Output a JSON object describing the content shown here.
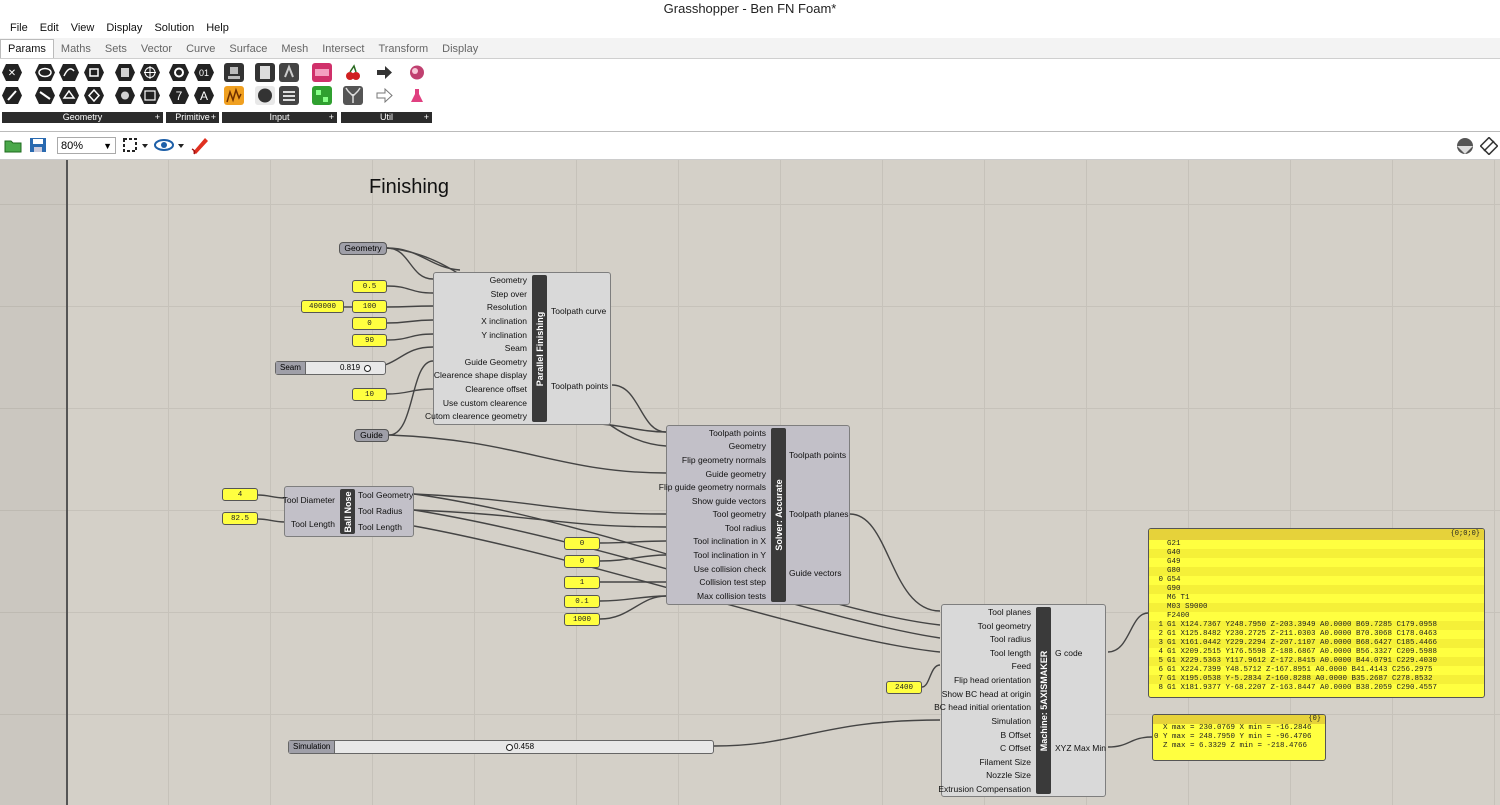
{
  "window": {
    "title": "Grasshopper - Ben FN Foam*"
  },
  "menu": [
    "File",
    "Edit",
    "View",
    "Display",
    "Solution",
    "Help"
  ],
  "tabs": [
    {
      "label": "Params",
      "active": true
    },
    {
      "label": "Maths"
    },
    {
      "label": "Sets"
    },
    {
      "label": "Vector"
    },
    {
      "label": "Curve"
    },
    {
      "label": "Surface"
    },
    {
      "label": "Mesh"
    },
    {
      "label": "Intersect"
    },
    {
      "label": "Transform"
    },
    {
      "label": "Display"
    }
  ],
  "ribbon_groups": [
    {
      "label": "Geometry"
    },
    {
      "label": "Primitive"
    },
    {
      "label": "Input"
    },
    {
      "label": "Util"
    }
  ],
  "toolbar": {
    "zoom": "80%"
  },
  "canvas": {
    "group_title": "Finishing"
  },
  "params": {
    "geometry": "Geometry",
    "guide": "Guide"
  },
  "panels": {
    "step_over": "0.5",
    "res_a": "400000",
    "resolution": "100",
    "x_incl": "0",
    "y_incl": "90",
    "clearence": "10",
    "tool_diameter": "4",
    "tool_length": "82.5",
    "incl_x": "0",
    "incl_y": "0",
    "collision_step": "1",
    "collision_max": "0.1",
    "max_tests": "1000",
    "feed": "2400"
  },
  "sliders": {
    "seam": {
      "label": "Seam",
      "value": "0.819"
    },
    "simulation": {
      "label": "Simulation",
      "value": "0.458"
    }
  },
  "components": {
    "parallel": {
      "title": "Parallel Finishing",
      "inputs": [
        "Geometry",
        "Step over",
        "Resolution",
        "X inclination",
        "Y inclination",
        "Seam",
        "Guide Geometry",
        "Clearence shape display",
        "Clearence offset",
        "Use custom clearence",
        "Cutom clearence geometry"
      ],
      "outputs": [
        "Toolpath curve",
        "Toolpath points"
      ]
    },
    "solver": {
      "title": "Solver: Accurate",
      "inputs": [
        "Toolpath points",
        "Geometry",
        "Flip geometry normals",
        "Guide geometry",
        "Flip guide geometry normals",
        "Show guide vectors",
        "Tool geometry",
        "Tool radius",
        "Tool inclination in X",
        "Tool inclination in Y",
        "Use collision check",
        "Collision test step",
        "Max collision tests"
      ],
      "outputs": [
        "Toolpath points",
        "Toolpath planes",
        "Guide vectors"
      ]
    },
    "ballnose": {
      "title": "Ball Nose",
      "inputs": [
        "Tool Diameter",
        "Tool Length"
      ],
      "outputs": [
        "Tool Geometry",
        "Tool Radius",
        "Tool Length"
      ]
    },
    "machine": {
      "title": "Machine: 5AXISMAKER",
      "inputs": [
        "Tool planes",
        "Tool geometry",
        "Tool radius",
        "Tool length",
        "Feed",
        "Flip head orientation",
        "Show BC head at origin",
        "BC head initial orientation",
        "Simulation",
        "B Offset",
        "C Offset",
        "Filament Size",
        "Nozzle Size",
        "Extrusion Compensation"
      ],
      "outputs": [
        "G code",
        "XYZ Max Min"
      ]
    }
  },
  "gcode_panel": {
    "header": "{0;0;0}",
    "rows": [
      {
        "n": "",
        "t": "G21"
      },
      {
        "n": "",
        "t": "G40"
      },
      {
        "n": "",
        "t": "G49"
      },
      {
        "n": "",
        "t": "G80"
      },
      {
        "n": "0",
        "t": "G54"
      },
      {
        "n": "",
        "t": "G90"
      },
      {
        "n": "",
        "t": "M6 T1"
      },
      {
        "n": "",
        "t": "M03 S9000"
      },
      {
        "n": "",
        "t": "F2400"
      },
      {
        "n": "1",
        "t": "G1 X124.7367 Y248.7950 Z-203.3949 A0.0000 B69.7285 C179.0958"
      },
      {
        "n": "2",
        "t": "G1 X125.8482 Y230.2725 Z-211.0303 A0.0000 B70.3068 C178.0463"
      },
      {
        "n": "3",
        "t": "G1 X161.0442 Y229.2294 Z-207.1107 A0.0000 B68.6427 C185.4466"
      },
      {
        "n": "4",
        "t": "G1 X209.2515 Y176.5598 Z-188.6867 A0.0000 B56.3327 C209.5988"
      },
      {
        "n": "5",
        "t": "G1 X229.5363 Y117.9612 Z-172.8415 A0.0000 B44.0791 C229.4030"
      },
      {
        "n": "6",
        "t": "G1 X224.7399 Y48.5712 Z-167.8951 A0.0000 B41.4143 C256.2975"
      },
      {
        "n": "7",
        "t": "G1 X195.0538 Y-5.2834 Z-160.8288 A0.0000 B35.2687 C278.8532"
      },
      {
        "n": "8",
        "t": "G1 X181.9377 Y-68.2207 Z-163.8447 A0.0000 B38.2059 C290.4557"
      }
    ]
  },
  "xyz_panel": {
    "header": "{0}",
    "index": "0",
    "lines": [
      "X max = 230.0769 X min = -16.2846",
      "Y max = 248.7950 Y min = -96.4706",
      "Z max = 6.3329 Z min = -218.4766"
    ]
  }
}
